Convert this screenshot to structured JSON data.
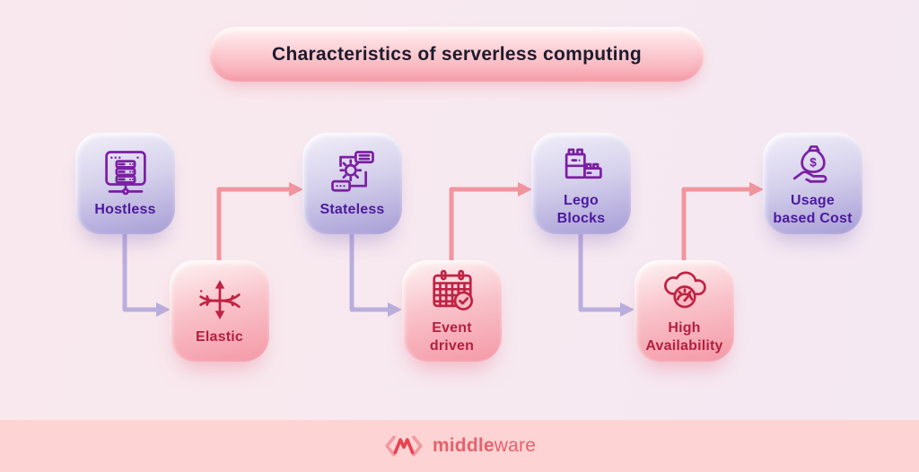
{
  "title": "Characteristics of serverless computing",
  "nodes": [
    {
      "label": "Hostless",
      "theme": "purple",
      "icon": "hosted-server-icon"
    },
    {
      "label": "Elastic",
      "theme": "pink",
      "icon": "elastic-stretch-icon"
    },
    {
      "label": "Stateless",
      "theme": "purple",
      "icon": "process-gear-icon"
    },
    {
      "label": "Event\ndriven",
      "theme": "pink",
      "icon": "calendar-check-icon"
    },
    {
      "label": "Lego\nBlocks",
      "theme": "purple",
      "icon": "lego-bricks-icon"
    },
    {
      "label": "High\nAvailability",
      "theme": "pink",
      "icon": "cloud-gauge-icon"
    },
    {
      "label": "Usage\nbased Cost",
      "theme": "purple",
      "icon": "hand-money-bag-icon"
    }
  ],
  "footer": {
    "brand_bold": "middle",
    "brand_light": "ware",
    "logo_icon": "middleware-chevron-logo"
  },
  "colors": {
    "title-pill-top": "#fff1f3",
    "title-pill-bottom": "#f6a2ad",
    "title-text": "#1d1b2e",
    "purple-box-top": "#efecf8",
    "purple-box-bottom": "#a79dd6",
    "purple-icon": "#7b1fa2",
    "purple-text": "#4c1a9e",
    "pink-box-top": "#fdf0f1",
    "pink-box-bottom": "#f499a6",
    "pink-box-mid": "#f9bcc4",
    "pink-icon": "#c02243",
    "pink-text": "#b51f3f",
    "arrow-lavender": "#b9aede",
    "arrow-pink": "#f2959e",
    "footer-band": "#fed3d4",
    "footer-text": "#e7616c",
    "logo-bracket": "#f19aa1",
    "logo-mark": "#e64553"
  }
}
